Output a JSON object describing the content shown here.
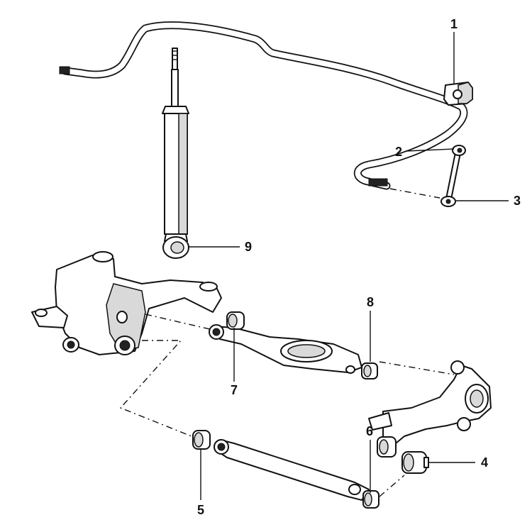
{
  "callouts": [
    {
      "id": "1",
      "label": "1"
    },
    {
      "id": "2",
      "label": "2"
    },
    {
      "id": "3",
      "label": "3"
    },
    {
      "id": "4",
      "label": "4"
    },
    {
      "id": "5",
      "label": "5"
    },
    {
      "id": "6",
      "label": "6"
    },
    {
      "id": "7",
      "label": "7"
    },
    {
      "id": "8",
      "label": "8"
    },
    {
      "id": "9",
      "label": "9"
    }
  ],
  "colors": {
    "line": "#111111",
    "background": "#ffffff",
    "shade": "#d9d9d9"
  }
}
